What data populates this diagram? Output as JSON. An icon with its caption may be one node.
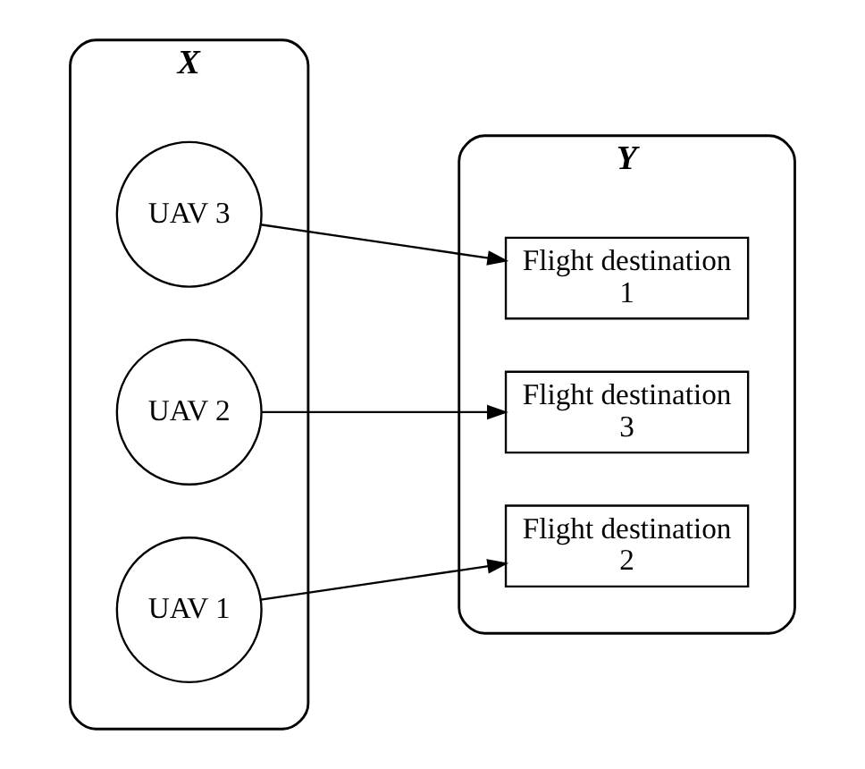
{
  "diagram": {
    "nodes": [
      {
        "text": [
          "X"
        ]
      },
      {
        "text": [
          "UAV 1"
        ],
        "in": 0
      },
      {
        "text": [
          "UAV 2"
        ],
        "in": 0
      },
      {
        "text": [
          "UAV 3"
        ],
        "in": 0
      },
      {
        "text": [
          "Y"
        ]
      },
      {
        "text": [
          "Flight destination 1"
        ],
        "in": 4
      },
      {
        "text": [
          "Flight destination 2"
        ],
        "in": 4
      },
      {
        "text": [
          "Flight destination 3"
        ],
        "in": 4
      }
    ],
    "edges": [
      {
        "from": 1,
        "to": 6,
        "arrow": "to"
      },
      {
        "from": 2,
        "to": 7,
        "arrow": "to"
      },
      {
        "from": 3,
        "to": 5,
        "arrow": "to"
      }
    ]
  }
}
